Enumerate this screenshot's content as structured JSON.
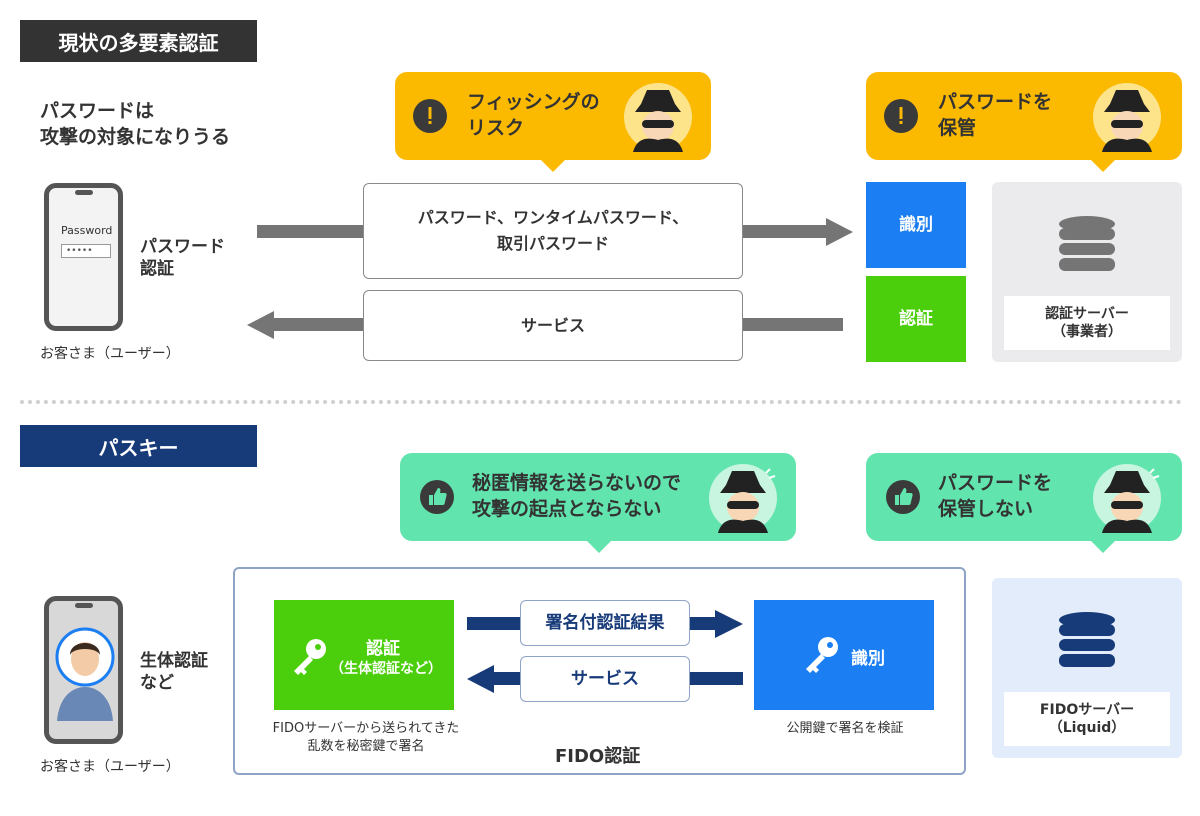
{
  "colors": {
    "dark_badge": "#333333",
    "navy_badge": "#173a79",
    "warning_yellow": "#fbb900",
    "good_green": "#62e4ae",
    "blue": "#1b7ef2",
    "green": "#4bce0b",
    "navy_arrow": "#173a79",
    "gray_arrow": "#757575",
    "server_bg_gray": "#ebeaed",
    "server_bg_blue": "#e2ecfb"
  },
  "top": {
    "title": "現状の多要素認証",
    "warning_note": "パスワードは\n攻撃の対象になりうる",
    "bubble_phishing": "フィッシングの\nリスク",
    "bubble_storage": "パスワードを\n保管",
    "device_field_label": "Password",
    "device_field_value": "•••••",
    "device_caption": "パスワード\n認証",
    "user_label": "お客さま（ユーザー）",
    "msg_credentials": "パスワード、ワンタイムパスワード、\n取引パスワード",
    "msg_service": "サービス",
    "identify_label": "識別",
    "auth_label": "認証",
    "server_label": "認証サーバー",
    "server_sub": "（事業者）"
  },
  "bottom": {
    "title": "パスキー",
    "bubble_secret": "秘匿情報を送らないので\n攻撃の起点とならない",
    "bubble_nostore": "パスワードを\n保管しない",
    "device_caption": "生体認証\nなど",
    "user_label": "お客さま（ユーザー）",
    "auth_box_label": "認証",
    "auth_box_sub": "（生体認証など）",
    "auth_box_note": "FIDOサーバーから送られてきた\n乱数を秘密鍵で署名",
    "msg_signed_result": "署名付認証結果",
    "msg_service": "サービス",
    "identify_box_label": "識別",
    "identify_box_note": "公開鍵で署名を検証",
    "fido_frame_label": "FIDO認証",
    "server_label": "FIDOサーバー",
    "server_sub": "（Liquid）"
  }
}
